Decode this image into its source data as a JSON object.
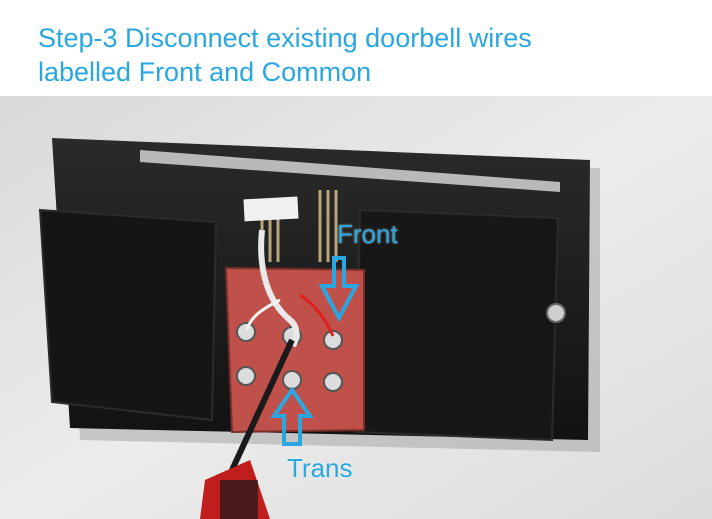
{
  "caption": {
    "line1": "Step-3 Disconnect existing doorbell wires",
    "line2": "labelled Front and Common"
  },
  "labels": {
    "front": "Front",
    "trans": "Trans"
  },
  "colors": {
    "caption_text": "#2aa7e0",
    "wall": "#e6e6e6",
    "chime_body": "#1c1c1c",
    "terminal_board": "#c0504a"
  }
}
